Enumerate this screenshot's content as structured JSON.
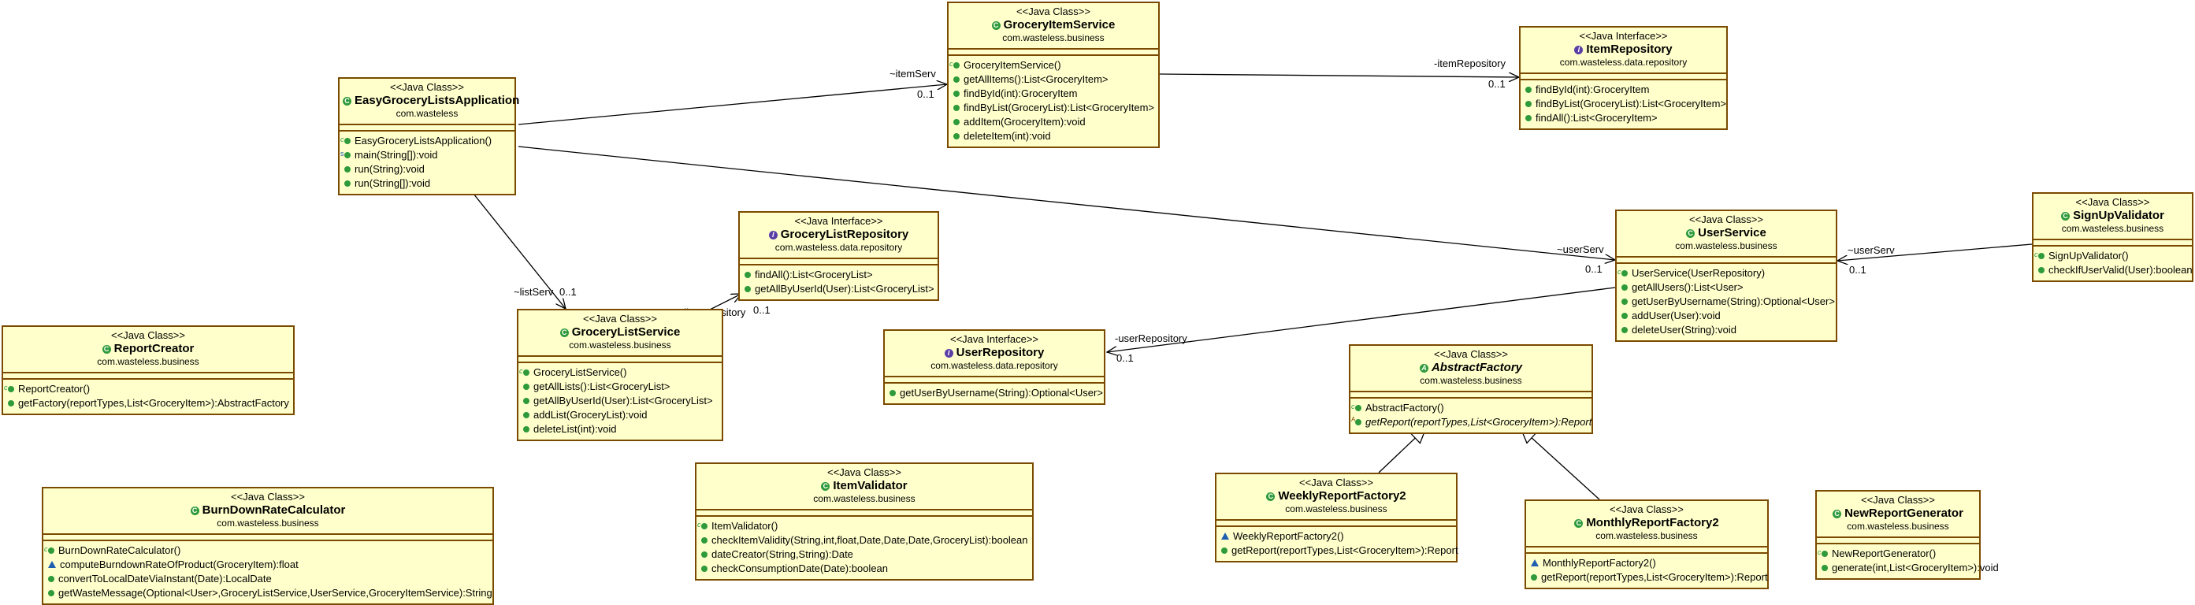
{
  "classes": {
    "easy": {
      "stereotype": "<<Java Class>>",
      "name": "EasyGroceryListsApplication",
      "package": "com.wasteless",
      "ops": [
        "EasyGroceryListsApplication()",
        "main(String[]):void",
        "run(String):void",
        "run(String[]):void"
      ]
    },
    "gis": {
      "stereotype": "<<Java Class>>",
      "name": "GroceryItemService",
      "package": "com.wasteless.business",
      "ops": [
        "GroceryItemService()",
        "getAllItems():List<GroceryItem>",
        "findById(int):GroceryItem",
        "findByList(GroceryList):List<GroceryItem>",
        "addItem(GroceryItem):void",
        "deleteItem(int):void"
      ]
    },
    "irepo": {
      "stereotype": "<<Java Interface>>",
      "name": "ItemRepository",
      "package": "com.wasteless.data.repository",
      "ops": [
        "findById(int):GroceryItem",
        "findByList(GroceryList):List<GroceryItem>",
        "findAll():List<GroceryItem>"
      ]
    },
    "glrepo": {
      "stereotype": "<<Java Interface>>",
      "name": "GroceryListRepository",
      "package": "com.wasteless.data.repository",
      "ops": [
        "findAll():List<GroceryList>",
        "getAllByUserId(User):List<GroceryList>"
      ]
    },
    "us": {
      "stereotype": "<<Java Class>>",
      "name": "UserService",
      "package": "com.wasteless.business",
      "ops": [
        "UserService(UserRepository)",
        "getAllUsers():List<User>",
        "getUserByUsername(String):Optional<User>",
        "addUser(User):void",
        "deleteUser(String):void"
      ]
    },
    "suv": {
      "stereotype": "<<Java Class>>",
      "name": "SignUpValidator",
      "package": "com.wasteless.business",
      "ops": [
        "SignUpValidator()",
        "checkIfUserValid(User):boolean"
      ]
    },
    "rc": {
      "stereotype": "<<Java Class>>",
      "name": "ReportCreator",
      "package": "com.wasteless.business",
      "ops": [
        "ReportCreator()",
        "getFactory(reportTypes,List<GroceryItem>):AbstractFactory"
      ]
    },
    "gls": {
      "stereotype": "<<Java Class>>",
      "name": "GroceryListService",
      "package": "com.wasteless.business",
      "ops": [
        "GroceryListService()",
        "getAllLists():List<GroceryList>",
        "getAllByUserId(User):List<GroceryList>",
        "addList(GroceryList):void",
        "deleteList(int):void"
      ]
    },
    "urepo": {
      "stereotype": "<<Java Interface>>",
      "name": "UserRepository",
      "package": "com.wasteless.data.repository",
      "ops": [
        "getUserByUsername(String):Optional<User>"
      ]
    },
    "af": {
      "stereotype": "<<Java Class>>",
      "name": "AbstractFactory",
      "package": "com.wasteless.business",
      "ops": [
        "AbstractFactory()",
        "getReport(reportTypes,List<GroceryItem>):Report"
      ]
    },
    "bdrc": {
      "stereotype": "<<Java Class>>",
      "name": "BurnDownRateCalculator",
      "package": "com.wasteless.business",
      "ops": [
        "BurnDownRateCalculator()",
        "computeBurndownRateOfProduct(GroceryItem):float",
        "convertToLocalDateViaInstant(Date):LocalDate",
        "getWasteMessage(Optional<User>,GroceryListService,UserService,GroceryItemService):String"
      ]
    },
    "iv": {
      "stereotype": "<<Java Class>>",
      "name": "ItemValidator",
      "package": "com.wasteless.business",
      "ops": [
        "ItemValidator()",
        "checkItemValidity(String,int,float,Date,Date,Date,GroceryList):boolean",
        "dateCreator(String,String):Date",
        "checkConsumptionDate(Date):boolean"
      ]
    },
    "wrf": {
      "stereotype": "<<Java Class>>",
      "name": "WeeklyReportFactory2",
      "package": "com.wasteless.business",
      "ops": [
        "WeeklyReportFactory2()",
        "getReport(reportTypes,List<GroceryItem>):Report"
      ]
    },
    "mrf": {
      "stereotype": "<<Java Class>>",
      "name": "MonthlyReportFactory2",
      "package": "com.wasteless.business",
      "ops": [
        "MonthlyReportFactory2()",
        "getReport(reportTypes,List<GroceryItem>):Report"
      ]
    },
    "nrg": {
      "stereotype": "<<Java Class>>",
      "name": "NewReportGenerator",
      "package": "com.wasteless.business",
      "ops": [
        "NewReportGenerator()",
        "generate(int,List<GroceryItem>):void"
      ]
    }
  },
  "edges": {
    "itemServ": {
      "role": "~itemServ",
      "mult": "0..1"
    },
    "itemRepo": {
      "role": "-itemRepository",
      "mult": "0..1"
    },
    "userServ1": {
      "role": "~userServ",
      "mult": "0..1"
    },
    "userServ2": {
      "role": "~userServ",
      "mult": "0..1"
    },
    "listServ": {
      "role": "~listServ",
      "mult": "0..1"
    },
    "listRepo": {
      "role": "-listRepository",
      "mult": "0..1"
    },
    "userRepo": {
      "role": "-userRepository",
      "mult": "0..1"
    }
  },
  "colors": {
    "fill": "#ffffcc",
    "border": "#7a4a00",
    "line": "#000000"
  }
}
